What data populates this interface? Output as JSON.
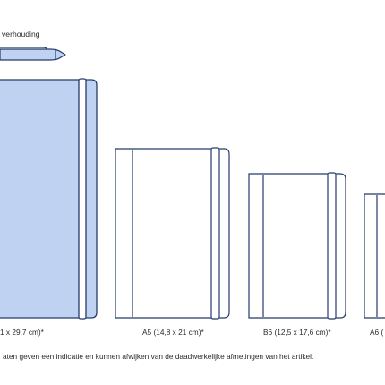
{
  "caption": "verhouding",
  "notebooks": [
    {
      "label": "1 x 29,7 cm)*",
      "color": "#bfd2f2"
    },
    {
      "label": "A5 (14,8 x 21 cm)*",
      "color": "#ffffff"
    },
    {
      "label": "B6 (12,5 x 17,6 cm)*",
      "color": "#ffffff"
    },
    {
      "label": "A6 (",
      "color": "#ffffff"
    }
  ],
  "disclaimer": "aten geven een indicatie en kunnen afwijken van de daadwerkelijke afmetingen van het artikel.",
  "colors": {
    "outline": "#243b6b",
    "pen_fill": "#bfd2f2",
    "band_fill": "#ffffff"
  },
  "icons": {
    "pen": "pen-icon"
  }
}
